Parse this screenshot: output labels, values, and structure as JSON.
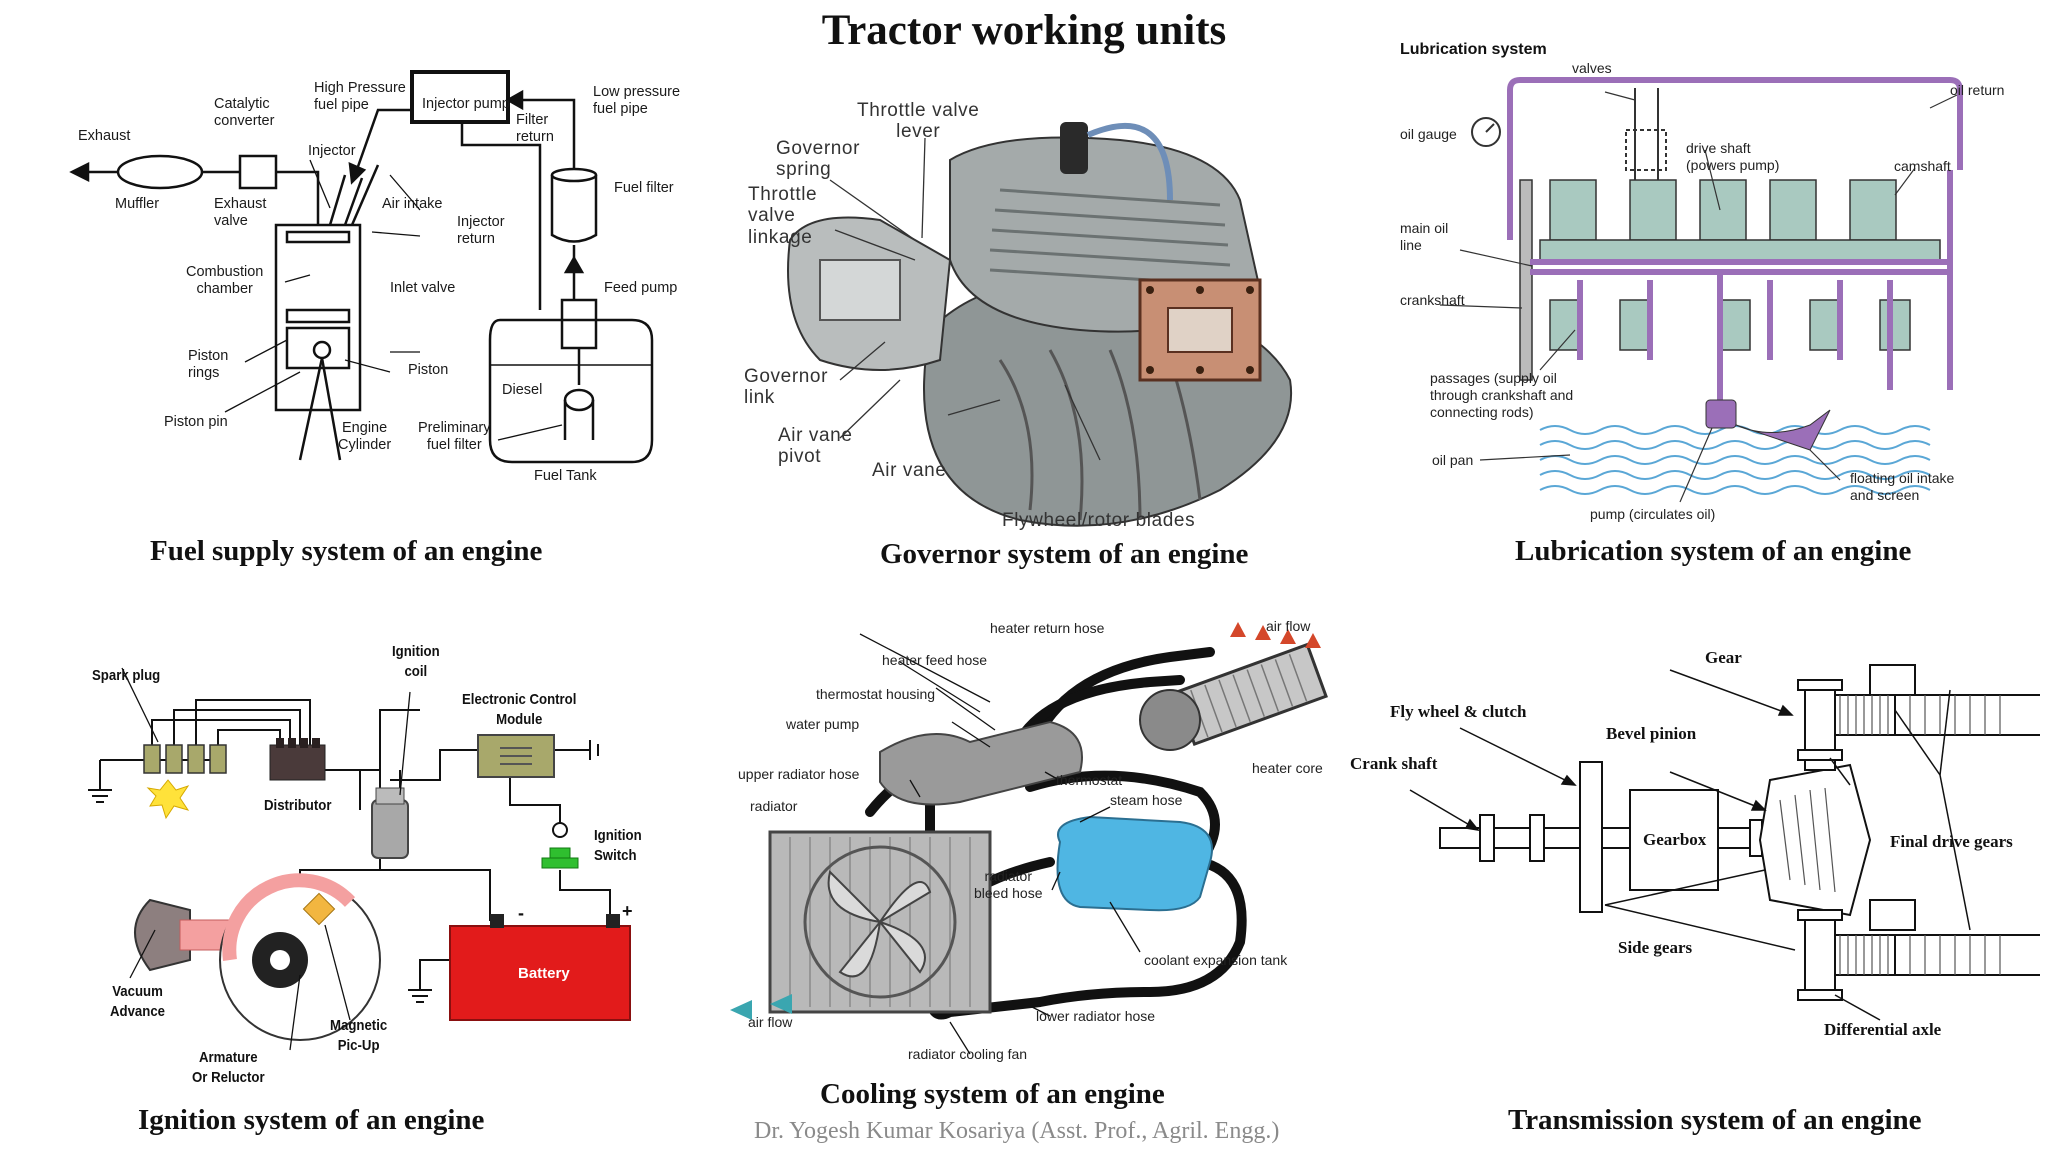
{
  "title": "Tractor working units",
  "author": "Dr. Yogesh Kumar Kosariya (Asst. Prof., Agril. Engg.)",
  "panels": {
    "fuel": {
      "caption": "Fuel supply system of an engine",
      "labels": {
        "exhaust": "Exhaust",
        "muffler": "Muffler",
        "catalytic": "Catalytic\nconverter",
        "exhaust_valve": "Exhaust\nvalve",
        "high_pressure": "High Pressure\nfuel pipe",
        "injector": "Injector",
        "injector_pump": "Injector pump",
        "filter_return": "Filter\nreturn",
        "low_pressure": "Low pressure\nfuel pipe",
        "fuel_filter": "Fuel filter",
        "air_intake": "Air intake",
        "injector_return": "Injector\nreturn",
        "combustion": "Combustion\nchamber",
        "inlet_valve": "Inlet valve",
        "feed_pump": "Feed pump",
        "piston_rings": "Piston\nrings",
        "piston": "Piston",
        "diesel": "Diesel",
        "piston_pin": "Piston pin",
        "engine_cylinder": "Engine\nCylinder",
        "preliminary": "Preliminary\nfuel filter",
        "fuel_tank": "Fuel Tank"
      }
    },
    "governor": {
      "caption": "Governor system of an engine",
      "labels": {
        "throttle_lever": "Throttle valve\nlever",
        "gov_spring": "Governor\nspring",
        "throttle_link": "Throttle\nvalve\nlinkage",
        "gov_link": "Governor\nlink",
        "air_vane_pivot": "Air vane\npivot",
        "air_vane": "Air vane",
        "flywheel": "Flywheel/rotor blades"
      }
    },
    "lubrication": {
      "caption": "Lubrication system of an engine",
      "labels": {
        "title": "Lubrication system",
        "valves": "valves",
        "oil_return": "oil return",
        "oil_gauge": "oil gauge",
        "drive_shaft": "drive shaft\n(powers pump)",
        "camshaft": "camshaft",
        "main_oil": "main oil\nline",
        "crankshaft": "crankshaft",
        "passages": "passages (supply oil\nthrough crankshaft and\nconnecting rods)",
        "oil_pan": "oil pan",
        "floating": "floating oil intake\nand screen",
        "pump": "pump (circulates oil)"
      }
    },
    "ignition": {
      "caption": "Ignition system of an engine",
      "labels": {
        "spark_plug": "Spark plug",
        "ignition_coil": "Ignition\ncoil",
        "ecm": "Electronic Control\nModule",
        "distributor": "Distributor",
        "ignition_switch": "Ignition\nSwitch",
        "battery": "Battery",
        "minus": "-",
        "plus": "+",
        "vacuum": "Vacuum\nAdvance",
        "magnetic": "Magnetic\nPic-Up",
        "armature": "Armature\nOr Reluctor"
      }
    },
    "cooling": {
      "caption": "Cooling system of an engine",
      "labels": {
        "heater_return": "heater return hose",
        "air_flow_top": "air flow",
        "heater_feed": "heater feed hose",
        "thermostat_housing": "thermostat housing",
        "water_pump": "water pump",
        "heater_core": "heater core",
        "upper_radiator": "upper radiator hose",
        "thermostat": "thermostat",
        "radiator": "radiator",
        "steam_hose": "steam hose",
        "bleed_hose": "radiator\nbleed hose",
        "expansion_tank": "coolant expansion tank",
        "lower_radiator": "lower radiator hose",
        "air_flow_bottom": "air flow",
        "cooling_fan": "radiator cooling fan"
      }
    },
    "transmission": {
      "caption": "Transmission system of an engine",
      "labels": {
        "gear": "Gear",
        "flywheel_clutch": "Fly wheel & clutch",
        "bevel_pinion": "Bevel pinion",
        "crank_shaft": "Crank shaft",
        "gearbox": "Gearbox",
        "final_drive": "Final drive gears",
        "side_gears": "Side gears",
        "diff_axle": "Differential axle"
      }
    }
  },
  "colors": {
    "lube_purple": "#9b6fb8",
    "engine_green": "#a9c9c0",
    "oil_blue": "#5aa7d6",
    "battery_red": "#e21b1b",
    "ecm_olive": "#a8a86b",
    "spark_yellow": "#ffe23a",
    "coil_gray": "#a8a8a8",
    "switch_green": "#2fbf2f",
    "pickup_pink": "#f4a0a0",
    "tank_blue": "#4fb6e3",
    "caption_gray": "#8a8a8a"
  }
}
